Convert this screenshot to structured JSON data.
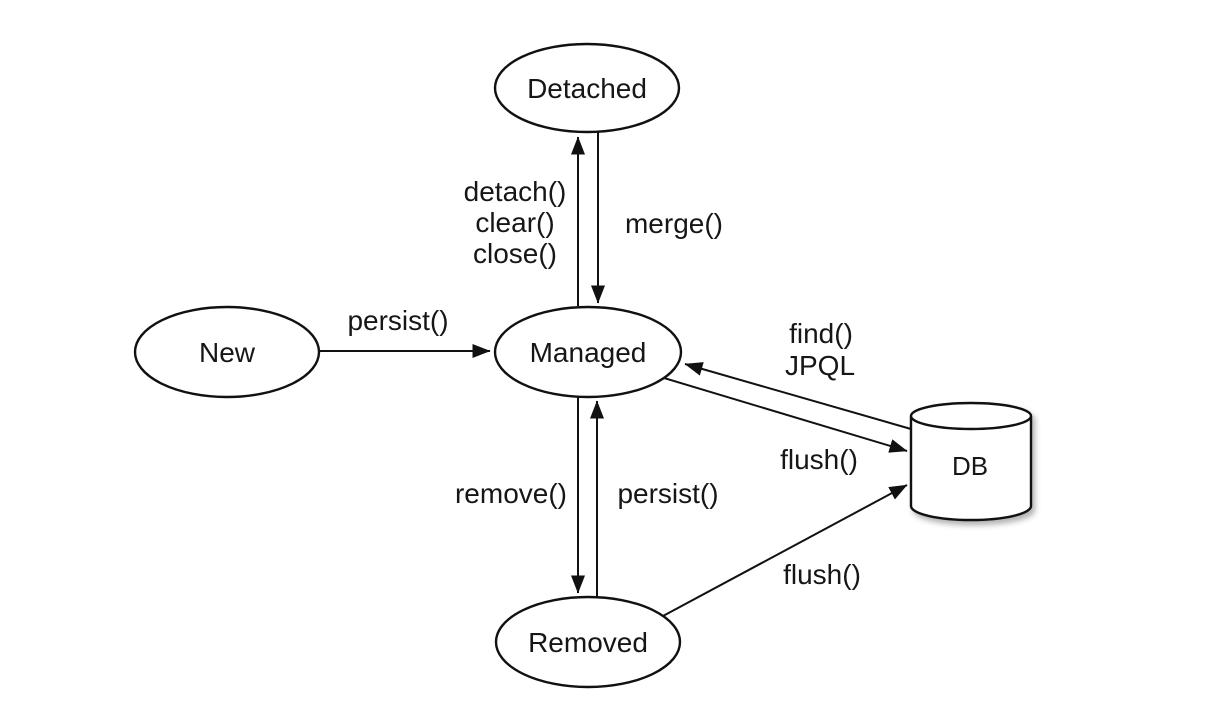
{
  "canvas": {
    "background": "#ffffff",
    "ink": "#111111"
  },
  "nodes": {
    "detached": {
      "label": "Detached"
    },
    "new": {
      "label": "New"
    },
    "managed": {
      "label": "Managed"
    },
    "removed": {
      "label": "Removed"
    },
    "db": {
      "label": "DB"
    }
  },
  "edges": {
    "new_to_managed": {
      "label": "persist()"
    },
    "managed_to_detached": {
      "lines": [
        "detach()",
        "clear()",
        "close()"
      ]
    },
    "detached_to_managed": {
      "label": "merge()"
    },
    "managed_to_removed": {
      "label": "remove()"
    },
    "removed_to_managed": {
      "label": "persist()"
    },
    "db_to_managed": {
      "lines": [
        "find()",
        "JPQL"
      ]
    },
    "managed_to_db": {
      "label": "flush()"
    },
    "removed_to_db": {
      "label": "flush()"
    }
  }
}
